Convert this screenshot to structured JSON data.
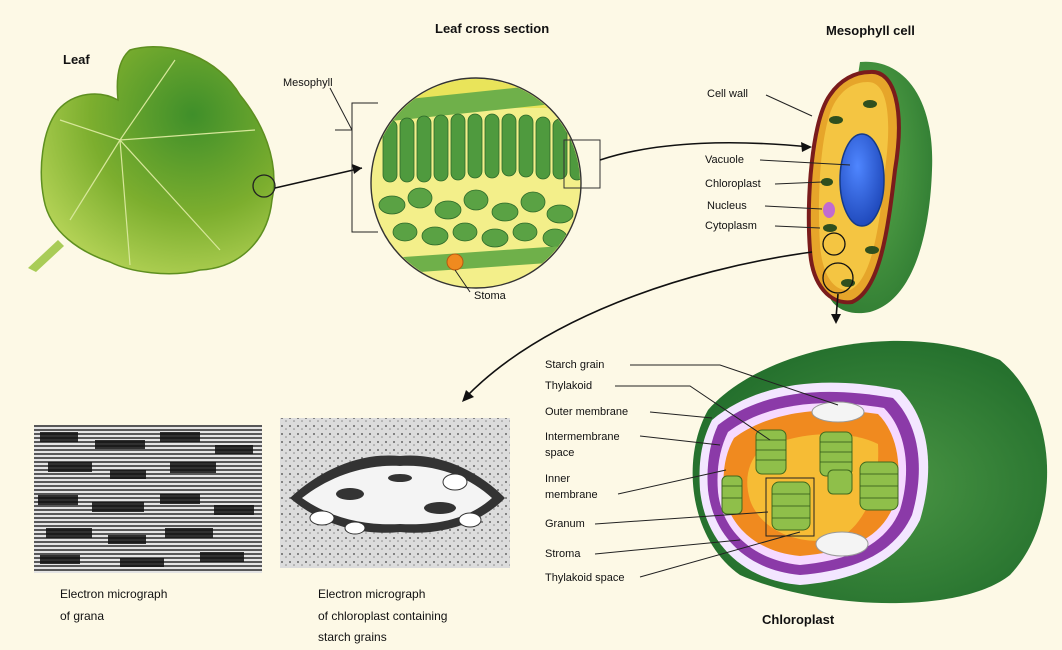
{
  "titles": {
    "leaf": "Leaf",
    "cross_section": "Leaf cross section",
    "mesophyll_cell": "Mesophyll cell",
    "chloroplast": "Chloroplast"
  },
  "cross_section_labels": {
    "mesophyll": "Mesophyll",
    "stoma": "Stoma"
  },
  "cell_labels": {
    "cell_wall": "Cell wall",
    "vacuole": "Vacuole",
    "chloroplast": "Chloroplast",
    "nucleus": "Nucleus",
    "cytoplasm": "Cytoplasm"
  },
  "chloroplast_labels": {
    "starch_grain": "Starch  grain",
    "thylakoid": "Thylakoid",
    "outer_membrane": "Outer membrane",
    "intermembrane_1": "Intermembrane",
    "intermembrane_2": "space",
    "inner_1": "Inner",
    "inner_2": "membrane",
    "granum": "Granum",
    "stroma": "Stroma",
    "thylakoid_space": "Thylakoid space"
  },
  "captions": {
    "grana_1": "Electron micrograph",
    "grana_2": "of grana",
    "starch_1": "Electron micrograph",
    "starch_2": "of chloroplast  containing",
    "starch_3": "starch  grains"
  },
  "colors": {
    "background": "#fdf9e6",
    "leaf_green": "#7cae2e",
    "cell_green": "#3f8a3a",
    "vacuole_blue": "#2a5fd1",
    "cytoplasm_yellow": "#f4c542",
    "intermembrane_purple": "#8b3aa8",
    "stroma_orange": "#f08a1f"
  }
}
